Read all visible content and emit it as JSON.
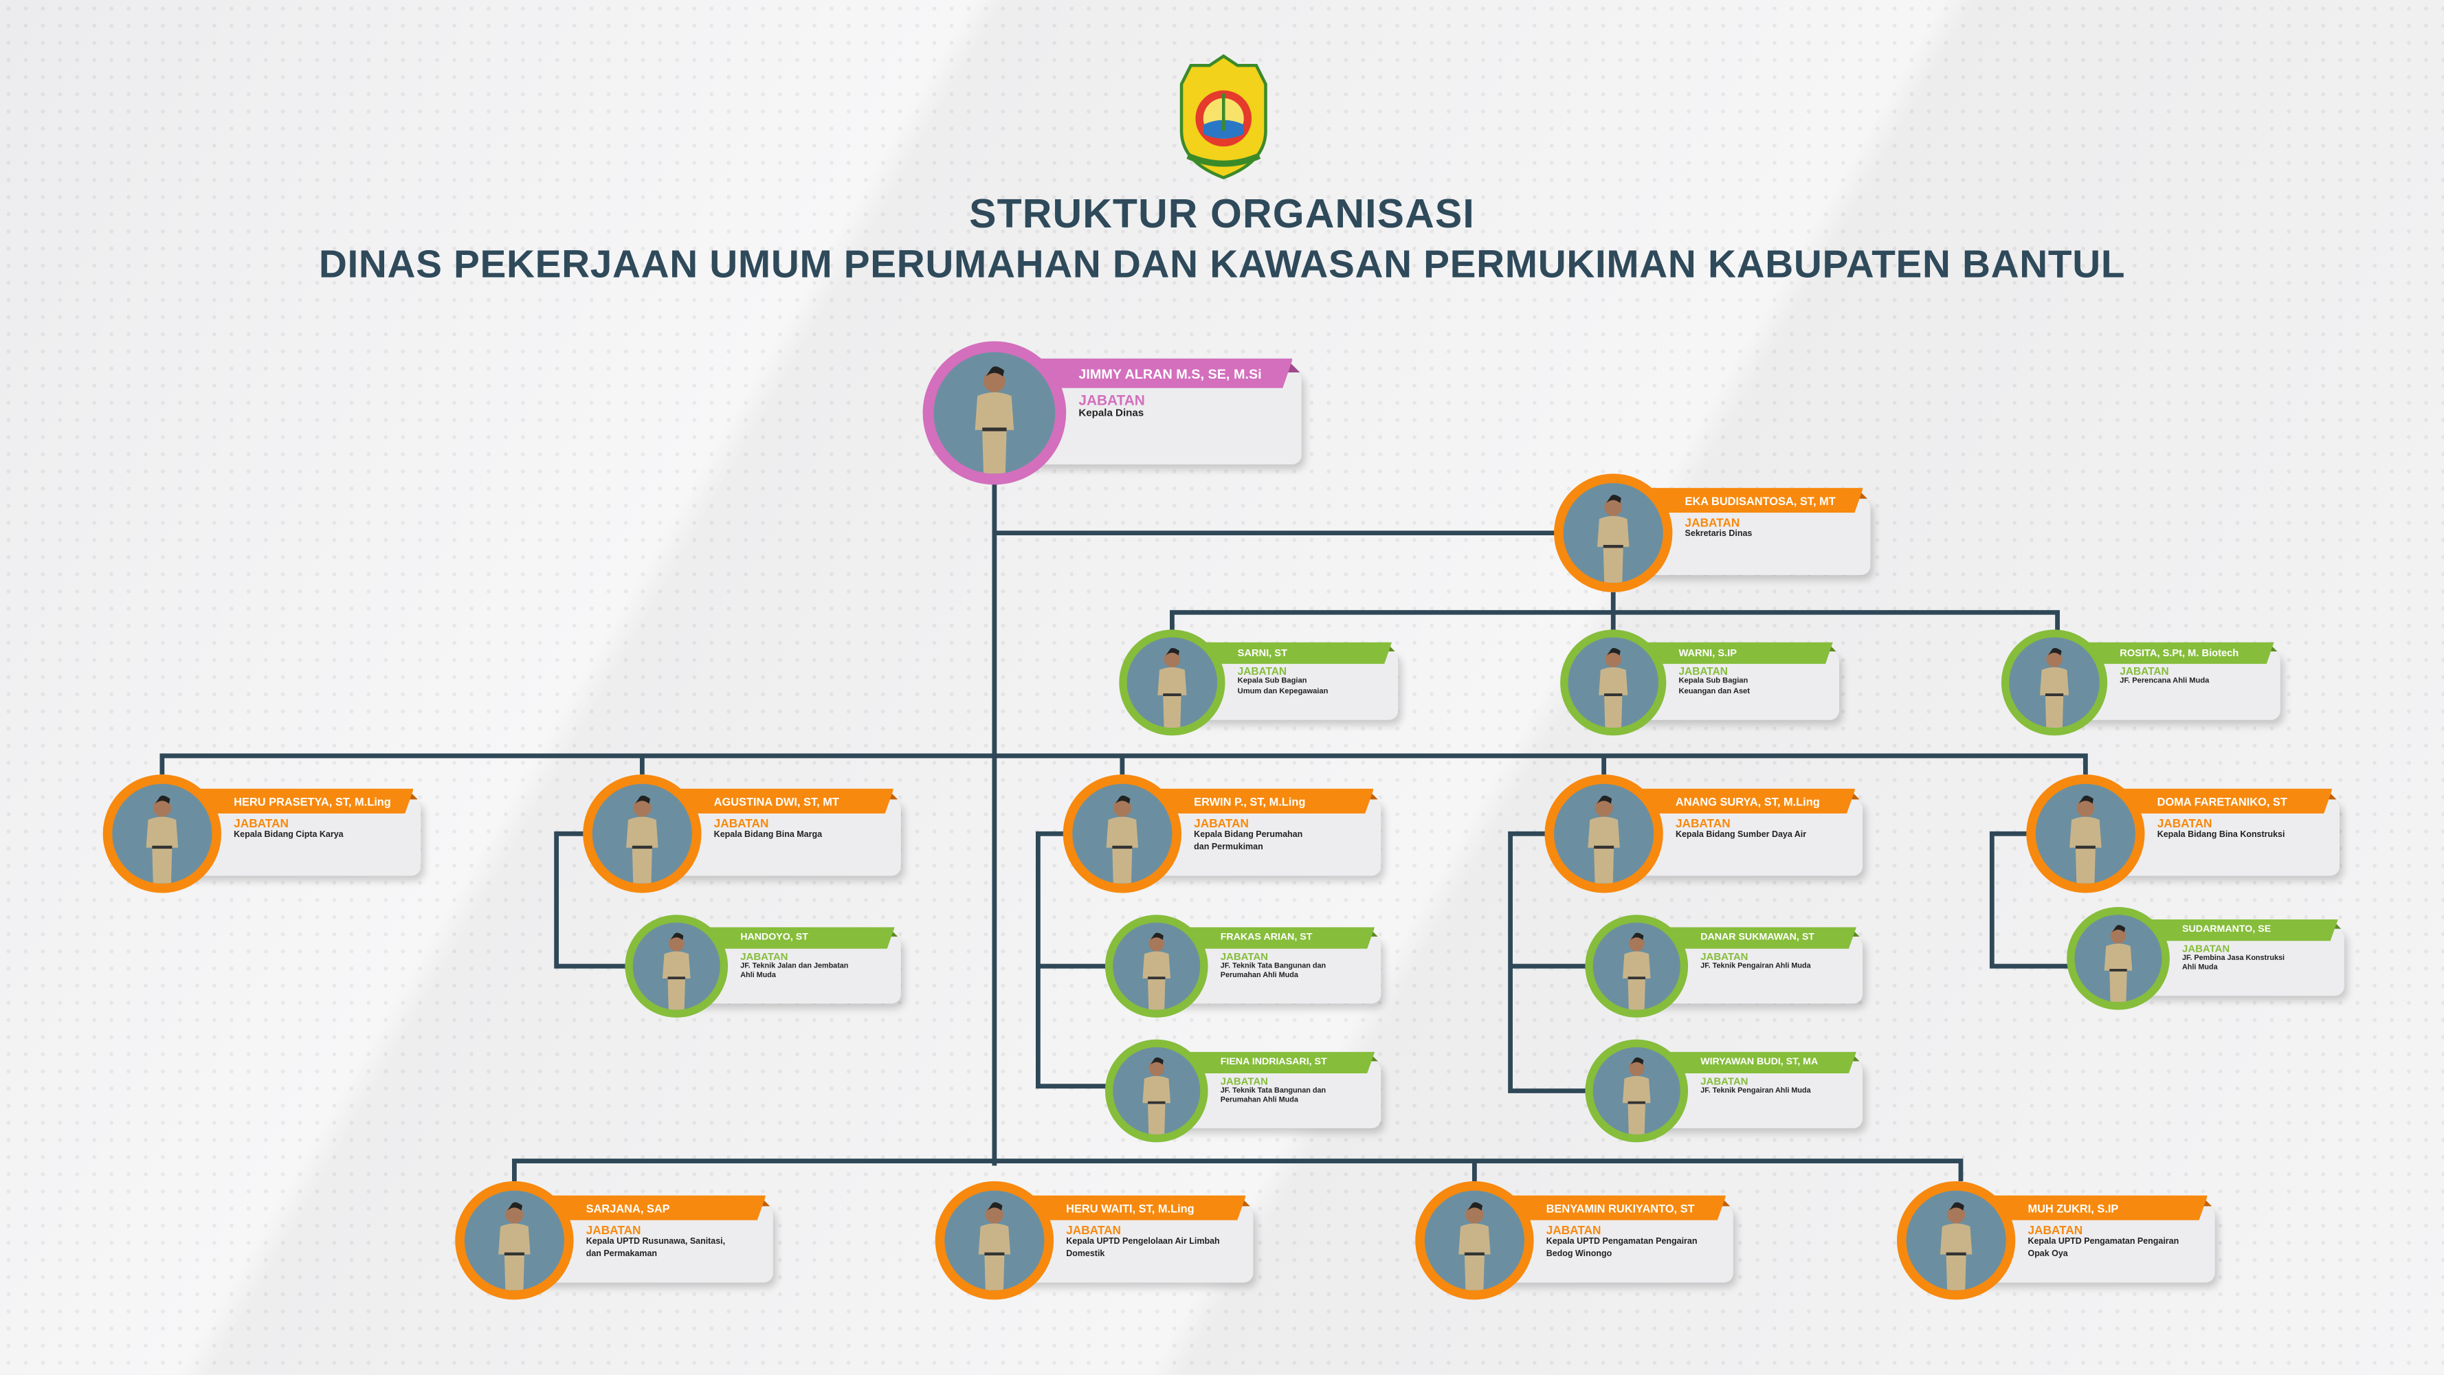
{
  "header": {
    "title_line1": "STRUKTUR ORGANISASI",
    "title_line2": "DINAS PEKERJAAN UMUM PERUMAHAN DAN KAWASAN PERMUKIMAN KABUPATEN BANTUL"
  },
  "label_jabatan": "JABATAN",
  "colors": {
    "head": "#d36fbc",
    "orange": "#f7890e",
    "green": "#86bd3b",
    "line": "#2f4858",
    "title": "#2f4a5a",
    "photo_bg": "#6b8fa1"
  },
  "nodes": [
    {
      "name": "JIMMY ALRAN M.S, SE, M.Si",
      "position": "Kepala Dinas",
      "tier": "head"
    },
    {
      "name": "EKA BUDISANTOSA, ST, MT",
      "position": "Sekretaris Dinas",
      "tier": "orange"
    },
    {
      "name": "SARNI, ST",
      "position": "Kepala Sub Bagian\nUmum dan Kepegawaian",
      "tier": "green"
    },
    {
      "name": "WARNI, S.IP",
      "position": "Kepala Sub Bagian\nKeuangan dan Aset",
      "tier": "green"
    },
    {
      "name": "ROSITA, S.Pt, M. Biotech",
      "position": "JF. Perencana Ahli Muda",
      "tier": "green"
    },
    {
      "name": "HERU PRASETYA, ST, M.Ling",
      "position": "Kepala Bidang Cipta Karya",
      "tier": "orange"
    },
    {
      "name": "AGUSTINA DWI, ST, MT",
      "position": "Kepala Bidang Bina Marga",
      "tier": "orange"
    },
    {
      "name": "ERWIN P., ST, M.Ling",
      "position": "Kepala Bidang Perumahan\ndan Permukiman",
      "tier": "orange"
    },
    {
      "name": "ANANG SURYA, ST, M.Ling",
      "position": "Kepala Bidang Sumber Daya Air",
      "tier": "orange"
    },
    {
      "name": "DOMA FARETANIKO, ST",
      "position": "Kepala Bidang Bina Konstruksi",
      "tier": "orange"
    },
    {
      "name": "HANDOYO, ST",
      "position": "JF. Teknik Jalan dan Jembatan\nAhli Muda",
      "tier": "green"
    },
    {
      "name": "FRAKAS ARIAN, ST",
      "position": "JF. Teknik Tata Bangunan dan\nPerumahan Ahli Muda",
      "tier": "green"
    },
    {
      "name": "FIENA INDRIASARI, ST",
      "position": "JF. Teknik Tata Bangunan dan\nPerumahan Ahli Muda",
      "tier": "green"
    },
    {
      "name": "DANAR SUKMAWAN, ST",
      "position": "JF. Teknik Pengairan Ahli Muda",
      "tier": "green"
    },
    {
      "name": "WIRYAWAN BUDI, ST, MA",
      "position": "JF. Teknik Pengairan Ahli Muda",
      "tier": "green"
    },
    {
      "name": "SUDARMANTO, SE",
      "position": "JF. Pembina Jasa Konstruksi\nAhli Muda",
      "tier": "green"
    },
    {
      "name": "SARJANA, SAP",
      "position": "Kepala UPTD Rusunawa, Sanitasi,\ndan Permakaman",
      "tier": "orange"
    },
    {
      "name": "HERU WAITI, ST, M.Ling",
      "position": "Kepala UPTD Pengelolaan Air Limbah\nDomestik",
      "tier": "orange"
    },
    {
      "name": "BENYAMIN RUKIYANTO, ST",
      "position": "Kepala UPTD Pengamatan Pengairan\nBedog Winongo",
      "tier": "orange"
    },
    {
      "name": "MUH ZUKRI, S.IP",
      "position": "Kepala UPTD Pengamatan Pengairan\nOpak Oya",
      "tier": "orange"
    }
  ]
}
